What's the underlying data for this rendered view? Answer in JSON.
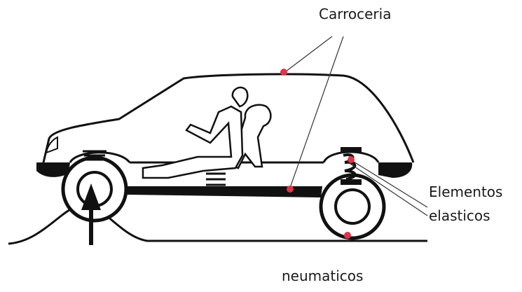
{
  "labels": {
    "carroceria": "Carroceria",
    "elementos_line1": "Elementos",
    "elementos_line2": "elasticos",
    "neumaticos": "neumaticos"
  },
  "colors": {
    "line": "#111111",
    "marker": "#e0334a",
    "background": "#ffffff"
  }
}
